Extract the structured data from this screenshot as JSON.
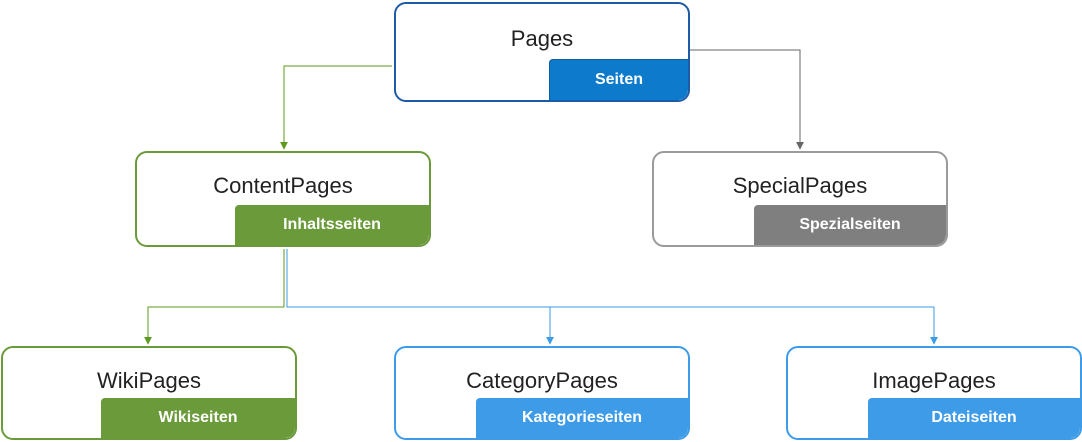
{
  "colors": {
    "root": "#1f5aa6",
    "root_badge": "#0e7acc",
    "content": "#6b9a3b",
    "special": "#7f7f7f",
    "blue": "#3d9be8"
  },
  "nodes": {
    "pages": {
      "title": "Pages",
      "badge": "Seiten"
    },
    "content": {
      "title": "ContentPages",
      "badge": "Inhaltsseiten"
    },
    "special": {
      "title": "SpecialPages",
      "badge": "Spezialseiten"
    },
    "wiki": {
      "title": "WikiPages",
      "badge": "Wikiseiten"
    },
    "category": {
      "title": "CategoryPages",
      "badge": "Kategorieseiten"
    },
    "image": {
      "title": "ImagePages",
      "badge": "Dateiseiten"
    }
  }
}
